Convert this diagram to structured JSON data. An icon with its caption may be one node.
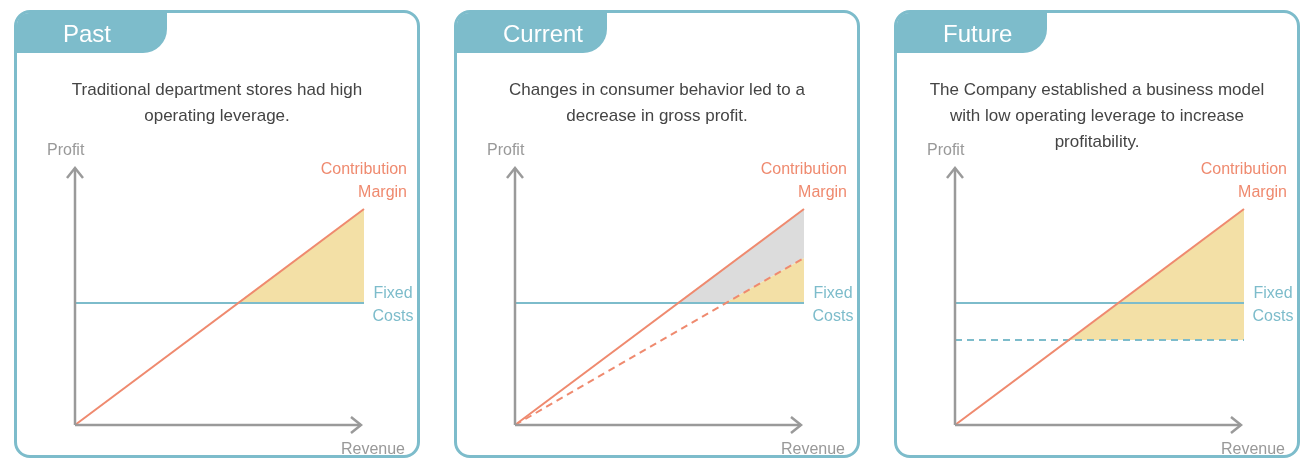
{
  "diagram": {
    "nodes": [
      {
        "text": [
          "Past",
          "Traditional department stores had high operating leverage."
        ]
      },
      {
        "text": [
          "Current",
          "Changes in consumer behavior led to a decrease in gross profit."
        ]
      },
      {
        "text": [
          "Future",
          "The Company established a business model with low operating leverage to increase profitability."
        ]
      }
    ],
    "labels": [
      "Profit",
      "Contribution Margin",
      "Fixed Costs",
      "Revenue",
      "Profit",
      "Contribution Margin",
      "Fixed Costs",
      "Revenue",
      "Profit",
      "Contribution Margin",
      "Fixed Costs",
      "Revenue"
    ]
  }
}
